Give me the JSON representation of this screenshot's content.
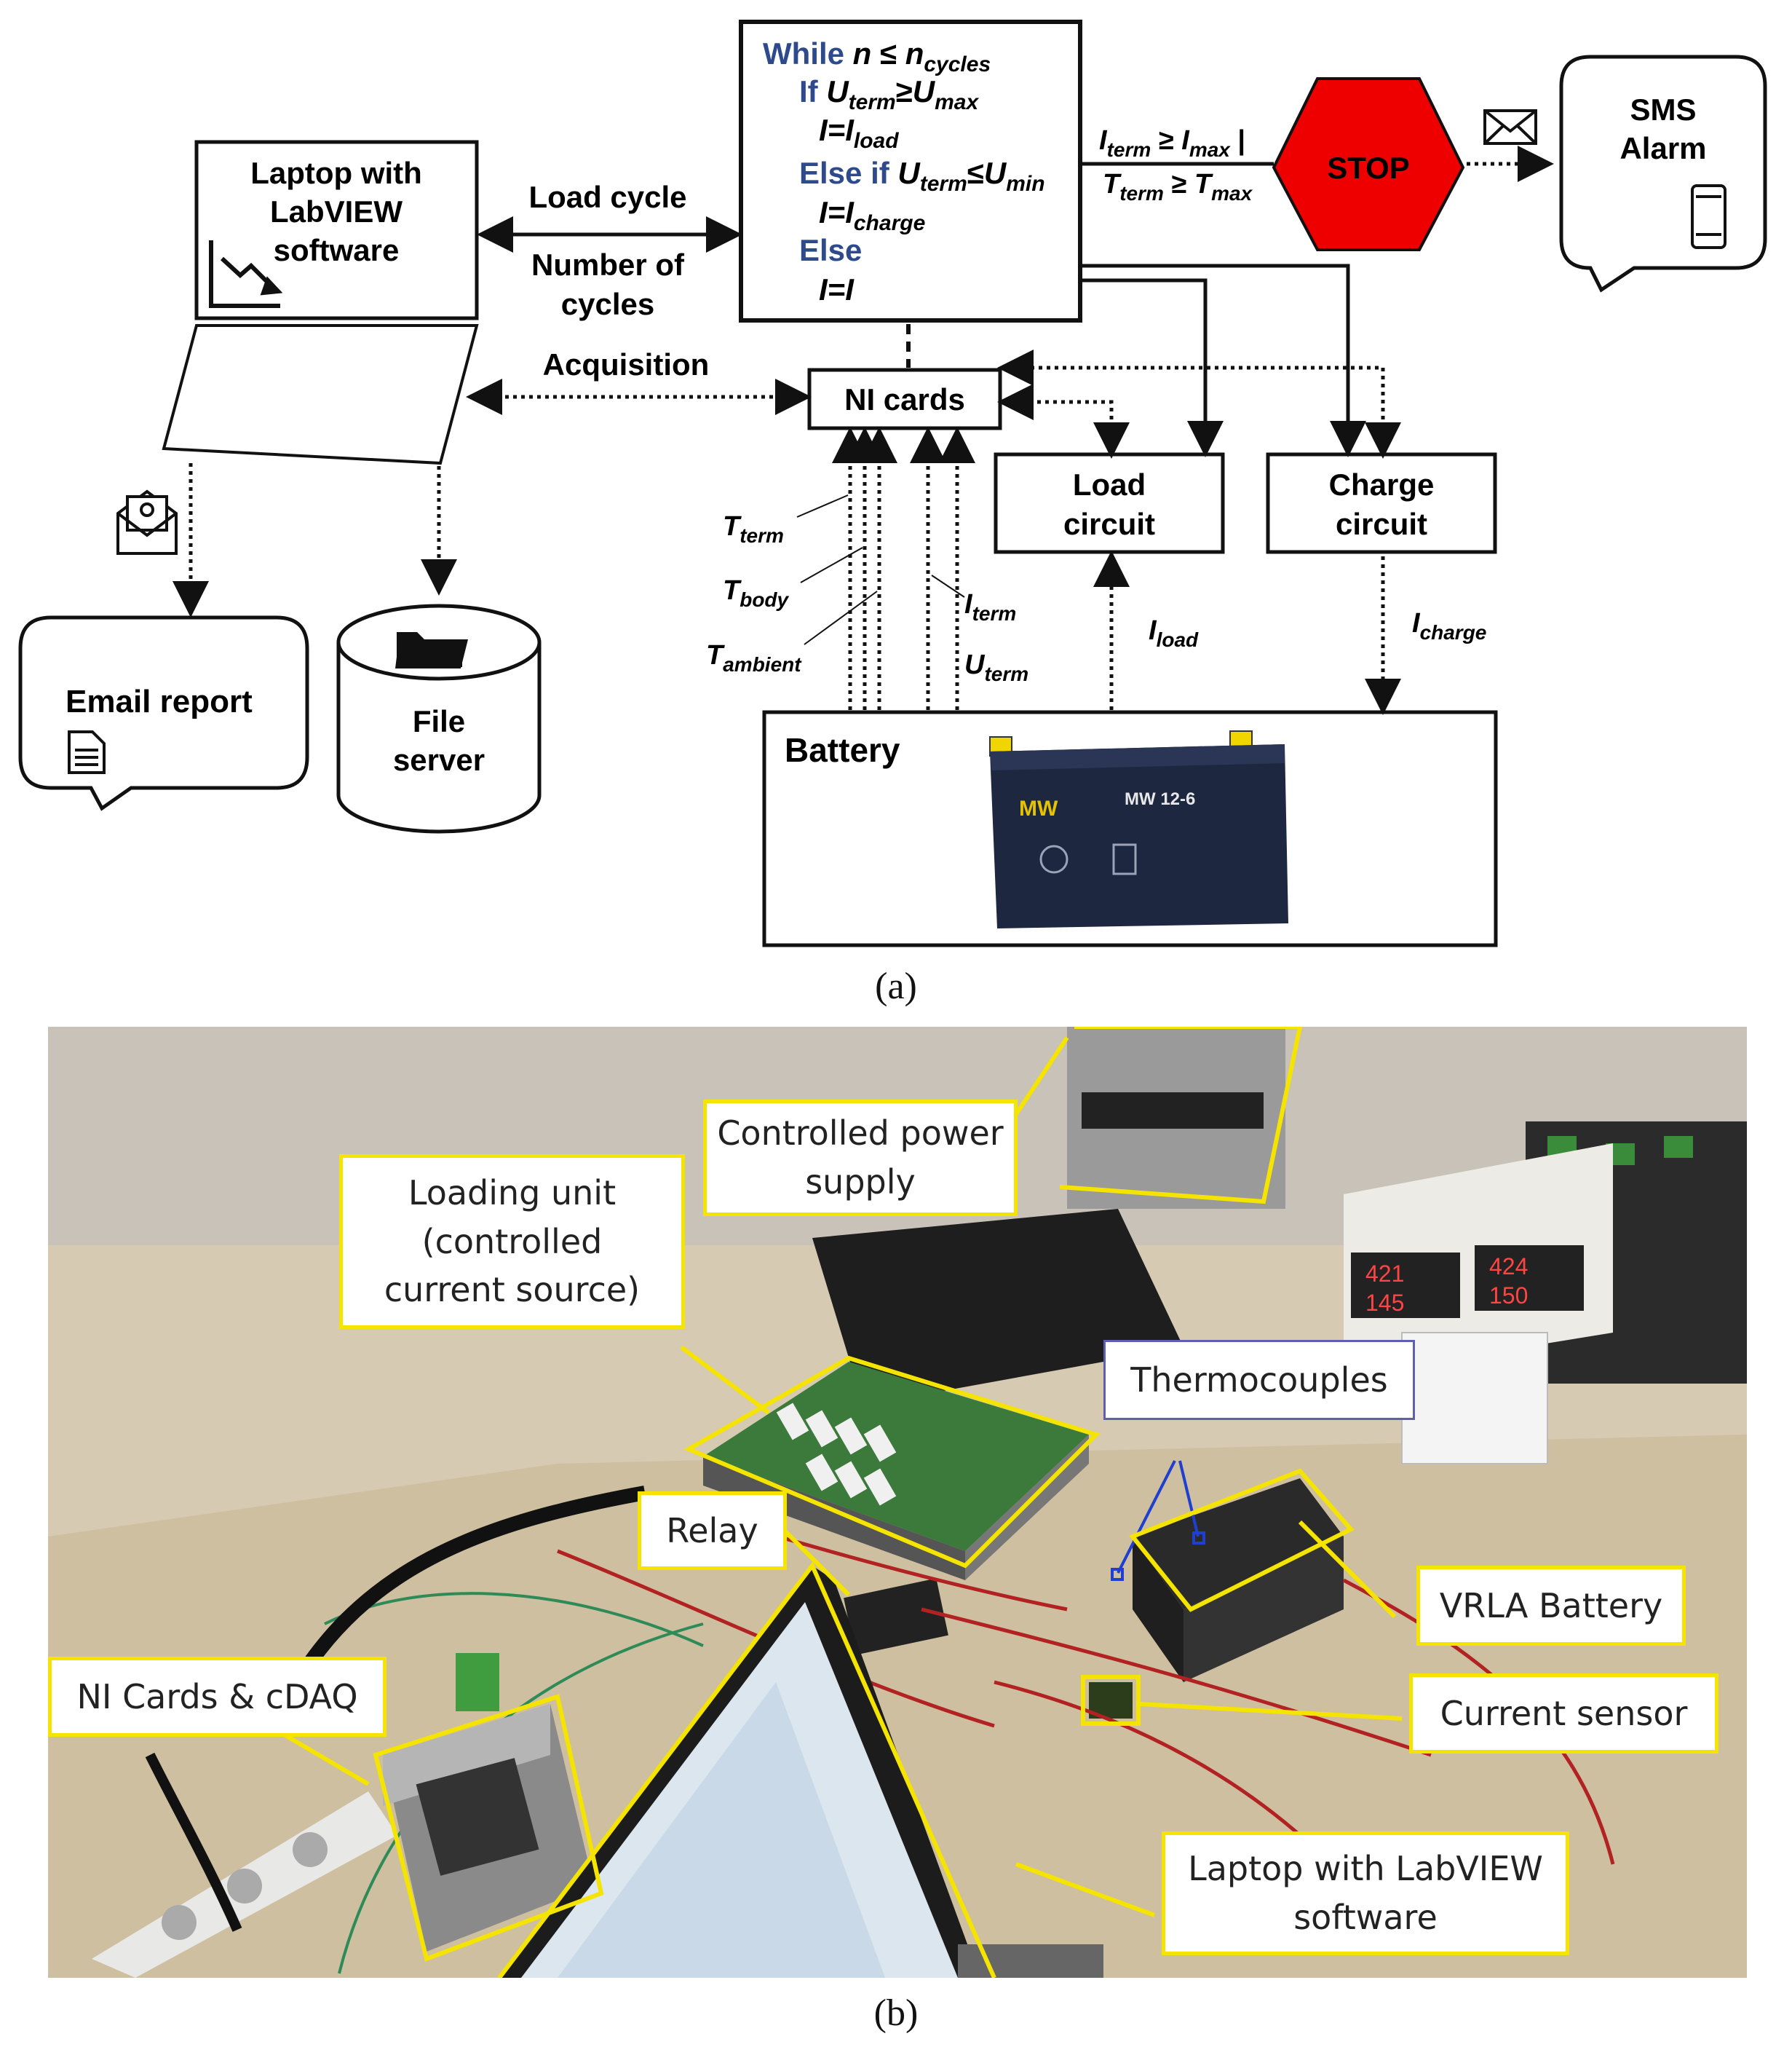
{
  "panel_a": {
    "laptop": {
      "line1": "Laptop with",
      "line2": "LabVIEW",
      "line3": "software"
    },
    "controller": {
      "while": "While",
      "n": "n",
      "le": " ≤ ",
      "n_cycles_base": "n",
      "n_cycles_sub": "cycles",
      "if": "If",
      "else_if": "Else if",
      "else": "Else",
      "U": "U",
      "I": "I",
      "term": "term",
      "max": "max",
      "min": "min",
      "load": "load",
      "charge": "charge",
      "ge": "≥",
      "le2": "≤",
      "eq": "=",
      "line_else_assign": "I=I"
    },
    "labels": {
      "load_cycle": "Load cycle",
      "number_of": "Number of",
      "cycles": "cycles",
      "acquisition": "Acquisition",
      "ni_cards": "NI cards",
      "stop": "STOP",
      "sms_line1": "SMS",
      "sms_line2": "Alarm",
      "load_circuit_1": "Load",
      "load_circuit_2": "circuit",
      "charge_circuit_1": "Charge",
      "charge_circuit_2": "circuit",
      "battery": "Battery",
      "email_report": "Email report",
      "file_line1": "File",
      "file_line2": "server",
      "stop_cond_I": "I",
      "stop_cond_T": "T",
      "stop_cond_term": "term",
      "stop_cond_max": "max",
      "stop_cond_ge": " ≥ ",
      "stop_cond_or": " |",
      "T": "T",
      "body": "body",
      "ambient": "ambient",
      "battery_brand": "MW",
      "battery_model": "MW 12-6"
    },
    "caption": "(a)"
  },
  "panel_b": {
    "callouts": {
      "power_supply": "Controlled power\nsupply",
      "loading_unit": "Loading unit\n(controlled\ncurrent source)",
      "thermocouples": "Thermocouples",
      "relay": "Relay",
      "vrla": "VRLA Battery",
      "ni_cards": "NI Cards & cDAQ",
      "current_sensor": "Current sensor",
      "laptop": "Laptop with LabVIEW\nsoftware"
    },
    "display_values": [
      "421",
      "145",
      "424",
      "150"
    ],
    "caption": "(b)"
  }
}
